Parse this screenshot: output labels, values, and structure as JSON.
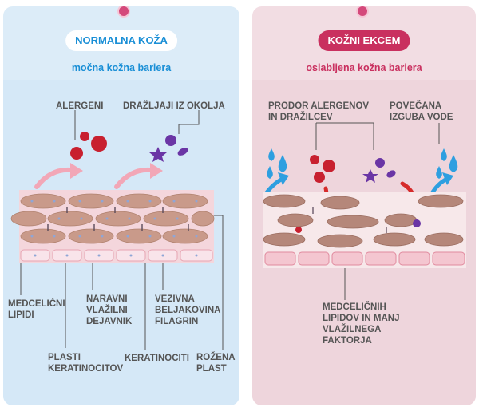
{
  "left": {
    "badge": "NORMALNA KOŽA",
    "subtitle": "močna kožna bariera",
    "labels": {
      "allergens": "ALERGENI",
      "irritants": "DRAŽLJAJI IZ OKOLJA",
      "lipids": [
        "MEDCELIČNI",
        "LIPIDI"
      ],
      "nmf": [
        "NARAVNI",
        "VLAŽILNI",
        "DEJAVNIK"
      ],
      "filaggrin": [
        "VEZIVNA",
        "BELJAKOVINA",
        "FILAGRIN"
      ],
      "layers": [
        "PLASTI",
        "KERATINOCITOV"
      ],
      "keratinocytes": "KERATINOCITI",
      "stratum": [
        "ROŽENA",
        "PLAST"
      ]
    }
  },
  "right": {
    "badge": "KOŽNI EKCEM",
    "subtitle": "oslabljena kožna bariera",
    "labels": {
      "penetration": [
        "PRODOR ALERGENOV",
        "IN DRAŽILCEV"
      ],
      "water_loss": [
        "POVEČANA",
        "IZGUBA VODE"
      ],
      "reduced": [
        "MEDCELIČNIH",
        "LIPIDOV IN MANJ",
        "VLAŽILNEGA",
        "FAKTORJA"
      ]
    }
  },
  "colors": {
    "normal_accent": "#1a8fd6",
    "eczema_accent": "#c9305f",
    "allergen": "#c8202f",
    "irritant": "#6a35a5",
    "water": "#2e9fe0"
  }
}
